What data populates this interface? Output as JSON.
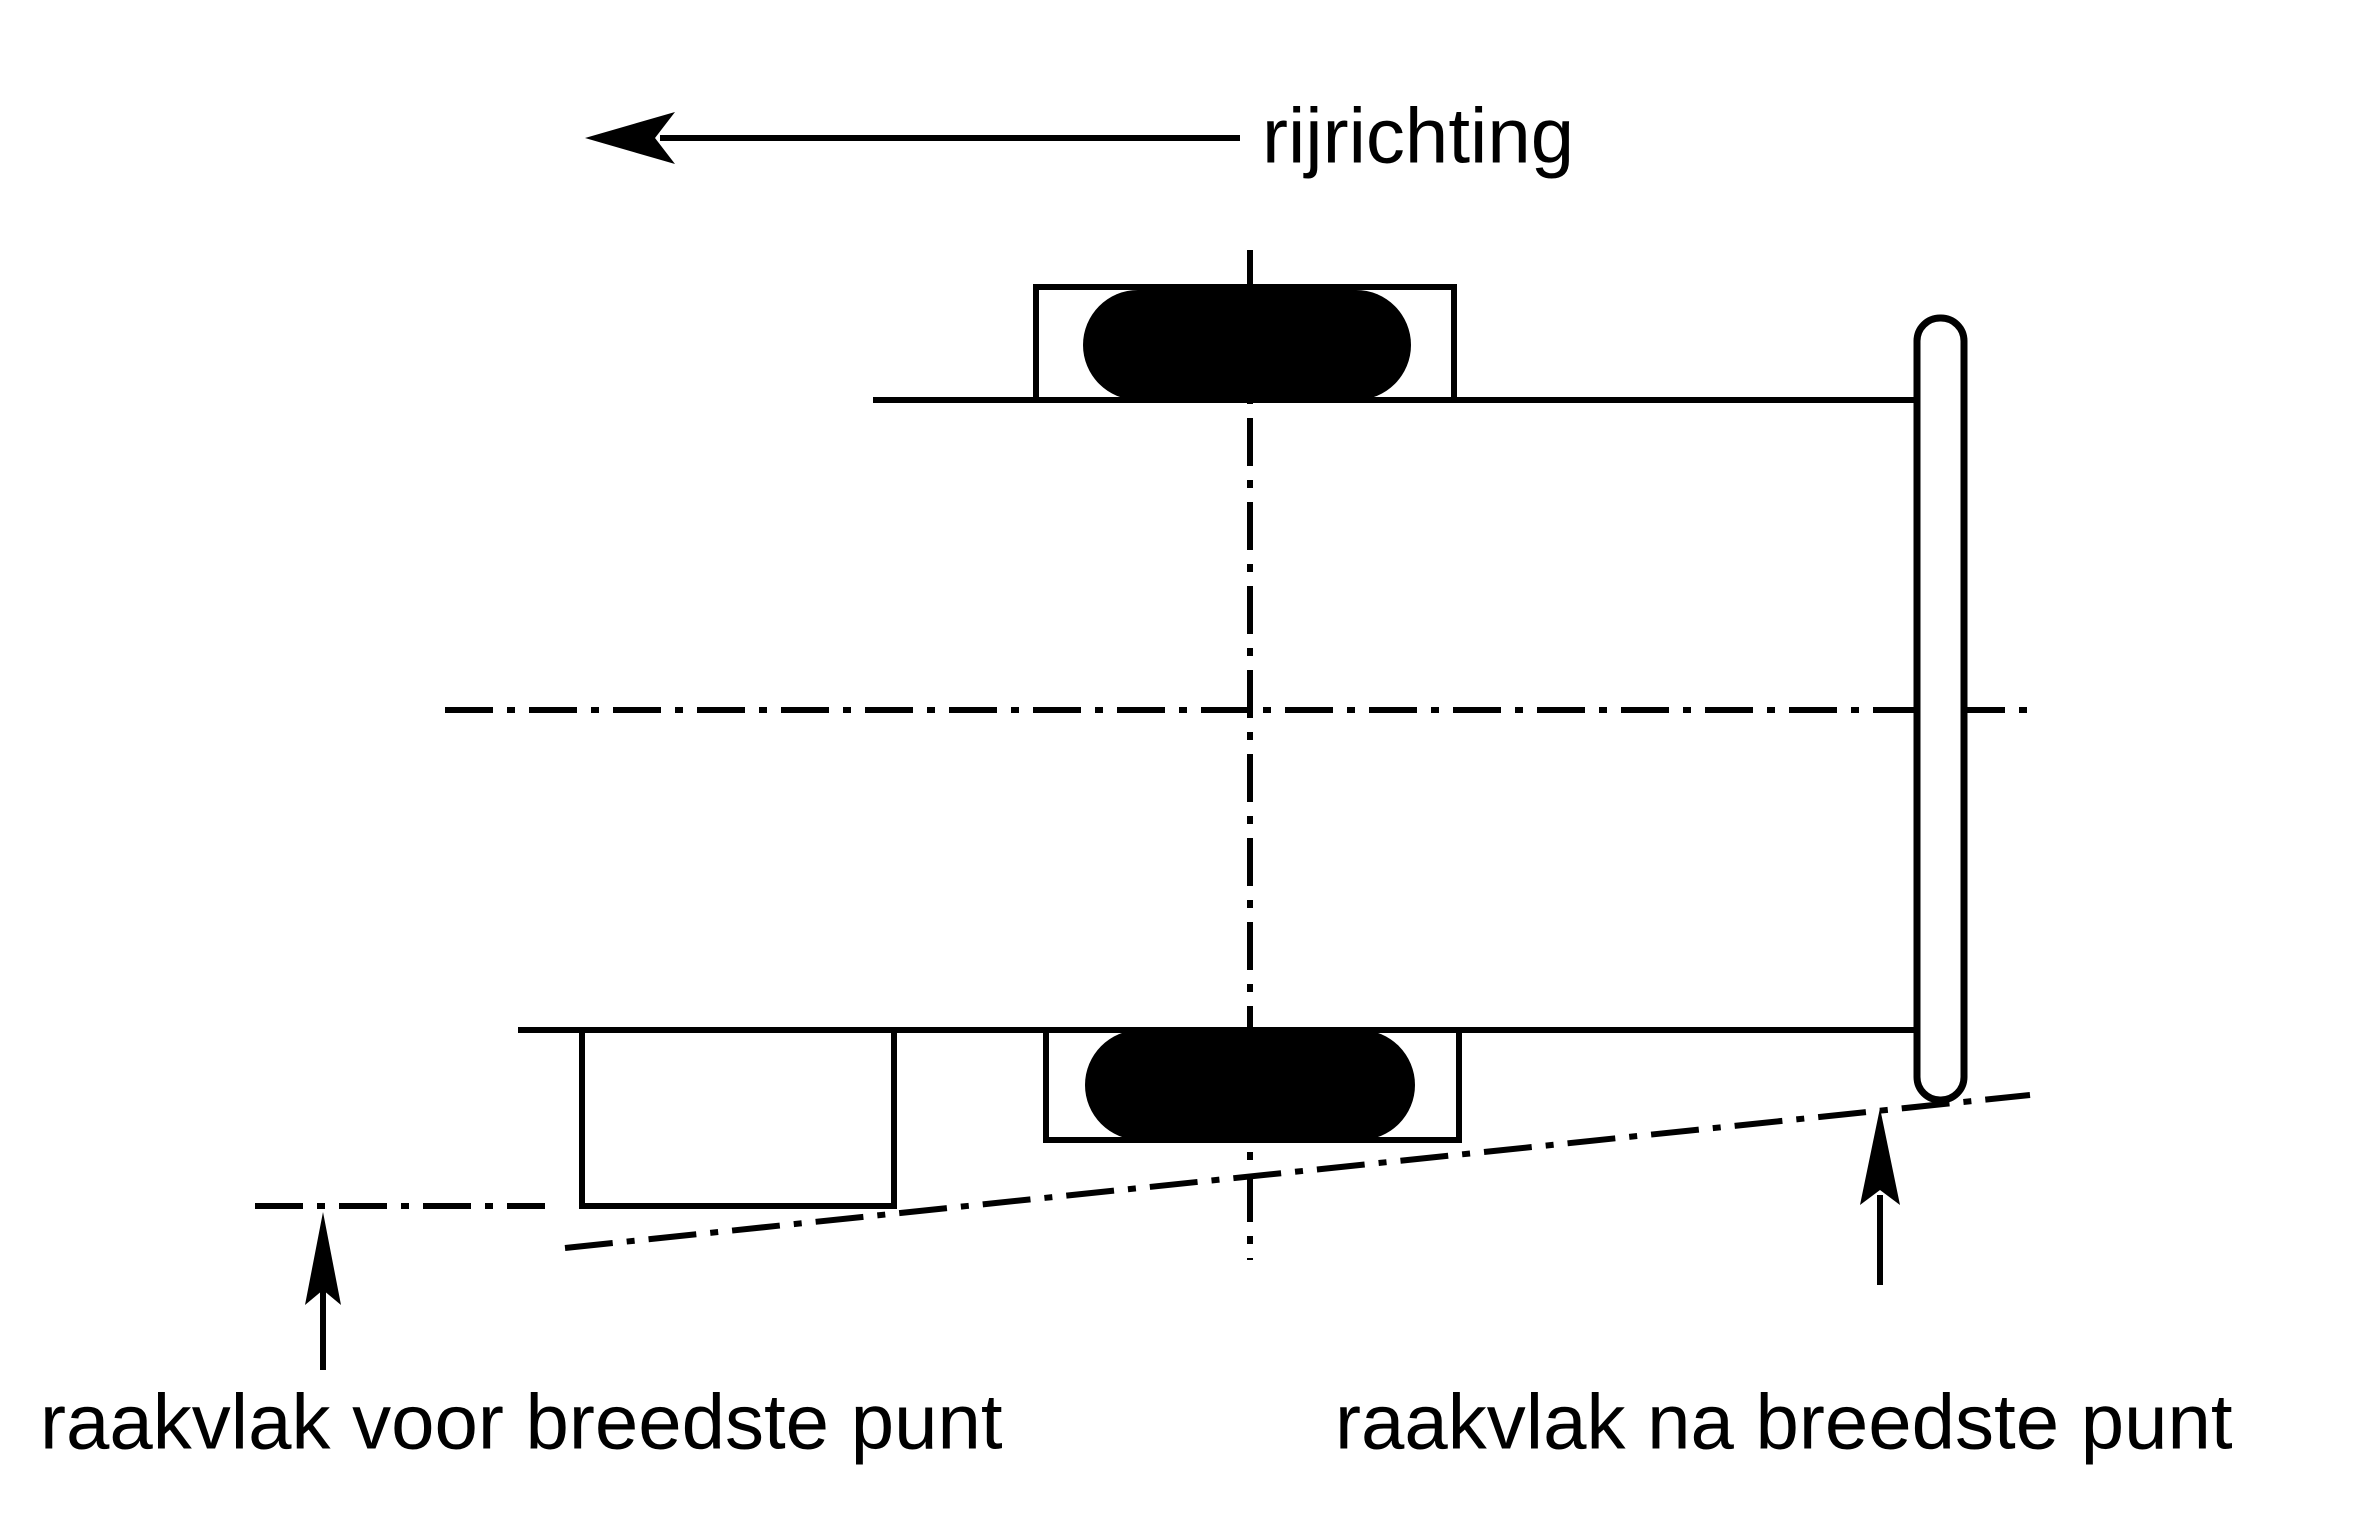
{
  "labels": {
    "direction": "rijrichting",
    "tangent_before": "raakvlak voor breedste punt",
    "tangent_after": "raakvlak na breedste punt"
  },
  "colors": {
    "ink": "#000000",
    "background": "#ffffff"
  }
}
